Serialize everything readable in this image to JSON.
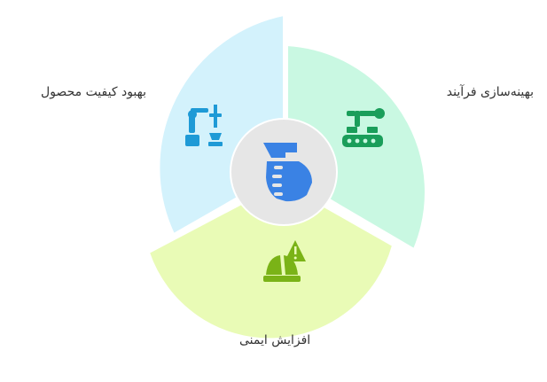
{
  "segments": [
    {
      "id": "quality",
      "label": "بهبود کیفیت محصول",
      "color": "#d3f2fc",
      "icon": "robot-arm-quality-icon",
      "icon_color": "#1e9ad6"
    },
    {
      "id": "process",
      "label": "بهینه‌سازی فرآیند",
      "color": "#c9f8e2",
      "icon": "robot-conveyor-icon",
      "icon_color": "#1a9e5a"
    },
    {
      "id": "safety",
      "label": "افزایش ایمنی",
      "color": "#e9fbb6",
      "icon": "hardhat-warning-icon",
      "icon_color": "#7ab317"
    }
  ],
  "center": {
    "icon": "robot-hand-icon",
    "color": "#e6e6e6",
    "icon_color": "#3a82e4"
  }
}
